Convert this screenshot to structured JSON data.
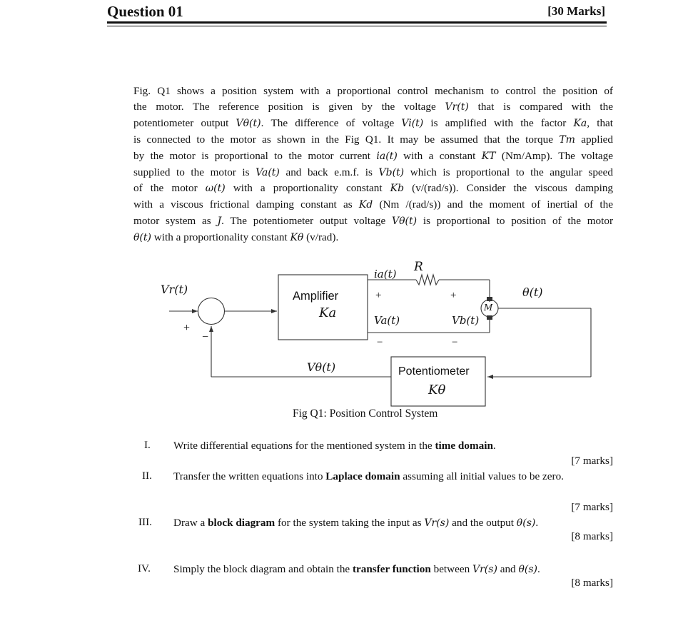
{
  "header": {
    "title": "Question 01",
    "marks": "[30 Marks]"
  },
  "paragraph": [
    [
      "Fig. Q1 shows a position system with a proportional control mechanism to control the position of"
    ],
    [
      "the motor. The reference position is given by the voltage ",
      {
        "m": "Vr(t)"
      },
      " that is compared with the"
    ],
    [
      "potentiometer output ",
      {
        "m": "Vθ(t)"
      },
      ". The difference of voltage ",
      {
        "m": "Vi(t)"
      },
      " is amplified with the factor ",
      {
        "m": "Ka"
      },
      ", that"
    ],
    [
      "is connected to the motor as shown in the Fig Q1. It may be assumed that the torque ",
      {
        "m": "Tm"
      },
      " applied"
    ],
    [
      "by the motor is proportional to the motor current ",
      {
        "m": "ia(t)"
      },
      " with a constant ",
      {
        "m": "KT"
      },
      " (Nm/Amp). The voltage"
    ],
    [
      "supplied to the motor is ",
      {
        "m": "Va(t)"
      },
      " and back e.m.f. is ",
      {
        "m": "Vb(t)"
      },
      " which is proportional to the angular speed"
    ],
    [
      "of the motor ",
      {
        "m": "ω(t)"
      },
      " with a proportionality constant ",
      {
        "m": "Kb"
      },
      " (v/(rad/s)). Consider the viscous damping"
    ],
    [
      "with a viscous frictional damping constant as ",
      {
        "m": "Kd"
      },
      " (Nm /(rad/s)) and the moment of inertial of the"
    ],
    [
      "motor system as ",
      {
        "m": "J"
      },
      ". The potentiometer output voltage ",
      {
        "m": "Vθ(t)"
      },
      " is proportional to position of the motor"
    ],
    [
      {
        "m": "θ(t)"
      },
      " with a proportionality constant ",
      {
        "m": "Kθ"
      },
      " (v/rad)."
    ]
  ],
  "diagram": {
    "ref_label": "Vr(t)",
    "plus_sign": "+",
    "minus_sign": "−",
    "amplifier_title": "Amplifier",
    "amplifier_gain": "Ka",
    "current_label": "ia(t)",
    "resistor_label": "R",
    "va_label": "Va(t)",
    "vb_label": "Vb(t)",
    "motor_label": "M",
    "theta_label": "θ(t)",
    "vtheta_label": "Vθ(t)",
    "pot_title": "Potentiometer",
    "pot_gain": "Kθ"
  },
  "caption": "Fig Q1: Position Control System",
  "questions": [
    {
      "num": "I.",
      "text": [
        {
          "t": "Write differential equations for the mentioned system in the "
        },
        {
          "b": "time domain"
        },
        {
          "t": "."
        }
      ],
      "marks": "[7 marks]"
    },
    {
      "num": "II.",
      "text": [
        {
          "t": "Transfer the written equations into "
        },
        {
          "b": "Laplace domain"
        },
        {
          "t": " assuming all initial values to be zero."
        }
      ],
      "marks": "[7 marks]"
    },
    {
      "num": "III.",
      "text": [
        {
          "t": "Draw a "
        },
        {
          "b": "block diagram"
        },
        {
          "t": " for the system taking the input as "
        },
        {
          "m": "Vr(s)"
        },
        {
          "t": " and the output "
        },
        {
          "m": "θ(s)"
        },
        {
          "t": "."
        }
      ],
      "marks": "[8 marks]"
    },
    {
      "num": "IV.",
      "text": [
        {
          "t": "Simply the block diagram and obtain the "
        },
        {
          "b": "transfer function"
        },
        {
          "t": " between "
        },
        {
          "m": "Vr(s)"
        },
        {
          "t": " and "
        },
        {
          "m": "θ(s)"
        },
        {
          "t": "."
        }
      ],
      "marks": "[8 marks]"
    }
  ]
}
